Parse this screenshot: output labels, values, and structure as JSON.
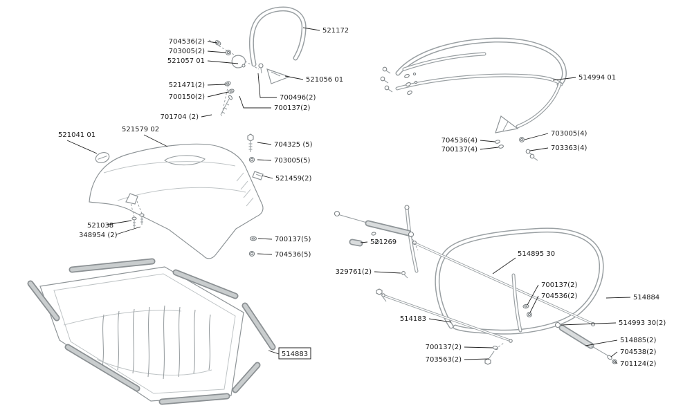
{
  "colors": {
    "line": "#9aa0a3",
    "text": "#1a1a1a",
    "seal": "#8b9093"
  },
  "labels": [
    {
      "text": "704536(2)"
    },
    {
      "text": "703005(2)"
    },
    {
      "text": "521057 01"
    },
    {
      "text": "521471(2)"
    },
    {
      "text": "700150(2)"
    },
    {
      "text": "701704 (2)"
    },
    {
      "text": "521172"
    },
    {
      "text": "521056 01"
    },
    {
      "text": "700496(2)"
    },
    {
      "text": "700137(2)"
    },
    {
      "text": "521041 01"
    },
    {
      "text": "521579 02"
    },
    {
      "text": "704325 (5)"
    },
    {
      "text": "703005(5)"
    },
    {
      "text": "521459(2)"
    },
    {
      "text": "521038"
    },
    {
      "text": "348954 (2)"
    },
    {
      "text": "700137(5)"
    },
    {
      "text": "704536(5)"
    },
    {
      "text": "514883",
      "boxed": true
    },
    {
      "text": "514994 01"
    },
    {
      "text": "704536(4)"
    },
    {
      "text": "700137(4)"
    },
    {
      "text": "703005(4)"
    },
    {
      "text": "703363(4)"
    },
    {
      "text": "521269"
    },
    {
      "text": "514895 30"
    },
    {
      "text": "329761(2)"
    },
    {
      "text": "700137(2)"
    },
    {
      "text": "704536(2)"
    },
    {
      "text": "514884"
    },
    {
      "text": "514183"
    },
    {
      "text": "514993 30(2)"
    },
    {
      "text": "514885(2)"
    },
    {
      "text": "704538(2)"
    },
    {
      "text": "701124(2)"
    },
    {
      "text": "700137(2)"
    },
    {
      "text": "703563(2)"
    }
  ]
}
